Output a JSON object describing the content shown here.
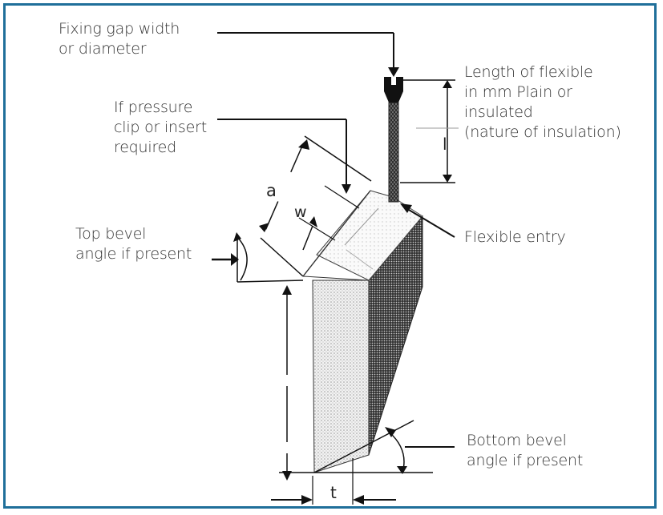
{
  "labels": {
    "fixing_gap": "Fixing gap width\nor diameter",
    "pressure_clip": "If pressure\nclip or insert\nrequired",
    "length_flexible": "Length of flexible\nin mm Plain or\ninsulated\n(nature of insulation)",
    "top_bevel": "Top bevel\nangle if present",
    "flexible_entry": "Flexible entry",
    "bottom_bevel": "Bottom bevel\nangle if present"
  },
  "dimensions": {
    "a": "a",
    "w": "w",
    "l": "l",
    "t": "t"
  },
  "colors": {
    "frame": "#1f6f9a",
    "line": "#111111",
    "text": "#333333"
  }
}
